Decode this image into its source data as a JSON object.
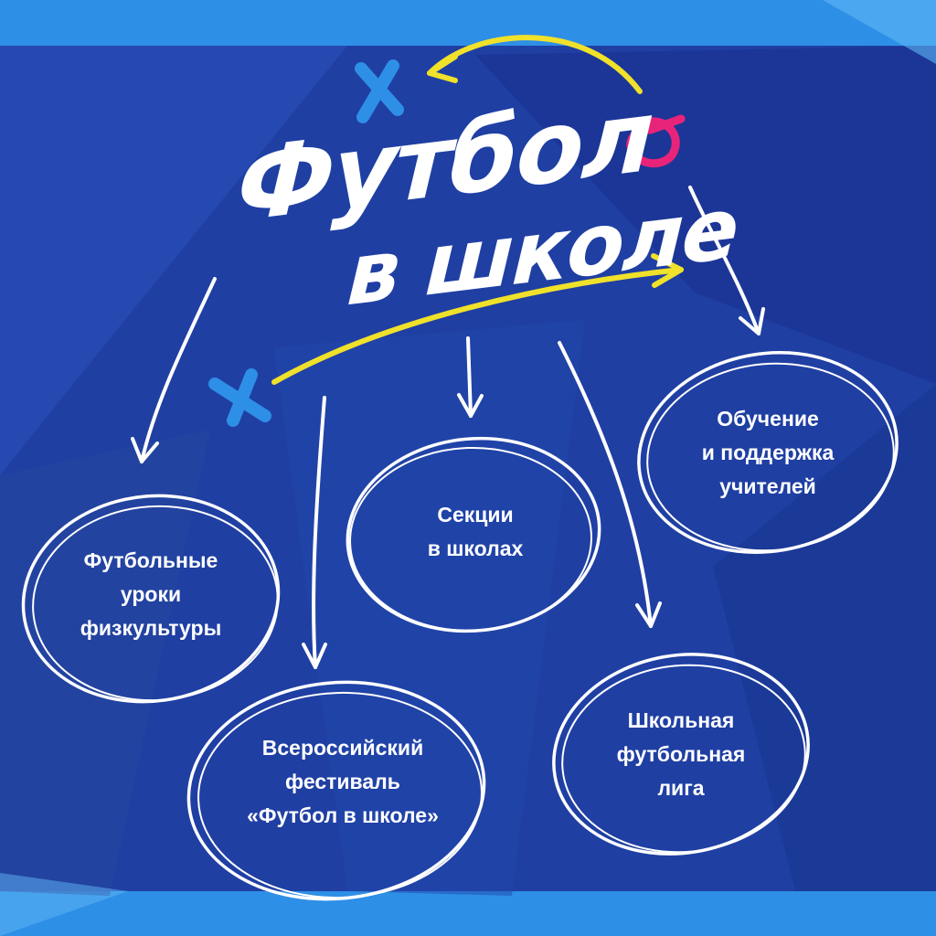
{
  "title": {
    "line1": "Футбол",
    "line2": "в школе"
  },
  "nodes": {
    "lessons": "Футбольные\nуроки\nфизкультуры",
    "sections": "Секции\nв школах",
    "teachers": "Обучение\nи поддержка\nучителей",
    "festival": "Всероссийский\nфестиваль\n«Футбол в школе»",
    "league": "Школьная\nфутбольная\nлига"
  },
  "colors": {
    "background": "#1f3fa3",
    "light_blue": "#2e8fe6",
    "yellow": "#f0e12a",
    "pink": "#e8247a",
    "text": "#ffffff"
  }
}
